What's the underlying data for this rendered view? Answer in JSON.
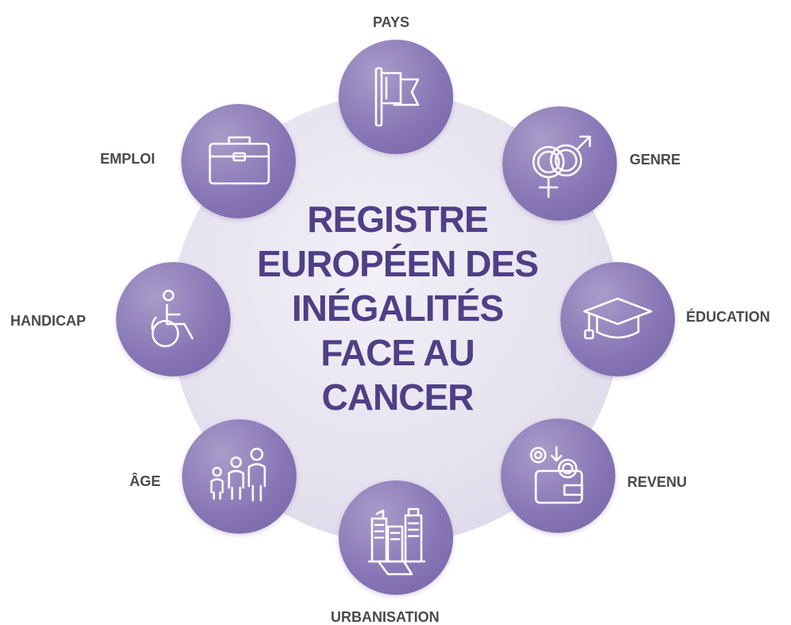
{
  "title_lines": [
    "REGISTRE",
    "EUROPÉEN DES",
    "INÉGALITÉS",
    "FACE AU",
    "CANCER"
  ],
  "factors": {
    "pays": {
      "label": "PAYS",
      "icon": "flag-icon"
    },
    "genre": {
      "label": "GENRE",
      "icon": "gender-symbols-icon"
    },
    "education": {
      "label": "ÉDUCATION",
      "icon": "graduation-cap-icon"
    },
    "revenu": {
      "label": "REVENU",
      "icon": "wallet-coins-icon"
    },
    "urbanisation": {
      "label": "URBANISATION",
      "icon": "city-buildings-icon"
    },
    "age": {
      "label": "ÂGE",
      "icon": "people-ages-icon"
    },
    "handicap": {
      "label": "HANDICAP",
      "icon": "wheelchair-icon"
    },
    "emploi": {
      "label": "EMPLOI",
      "icon": "briefcase-icon"
    }
  },
  "colors": {
    "title": "#4f3f86",
    "node": "#8877b6",
    "background_circle": "#e6e2ef",
    "label": "#4a4a4a"
  }
}
